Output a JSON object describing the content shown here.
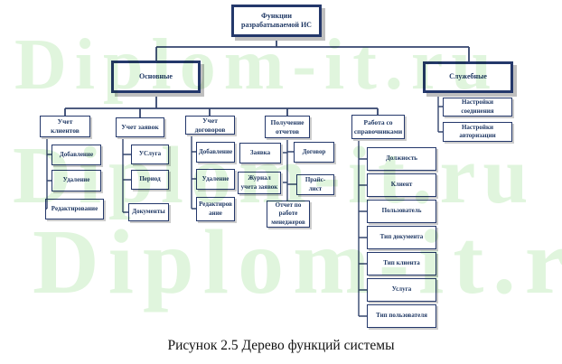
{
  "caption": "Рисунок 2.5 Дерево функций системы",
  "watermark": {
    "text": "Diplom-it.ru",
    "color": "#e0f5dd"
  },
  "colors": {
    "box_border": "#24386b",
    "box_text": "#1f3864",
    "connector_line": "#35466f",
    "shadow": "#c4c4c4",
    "background": "#ffffff"
  },
  "nodes": {
    "root": "Функции разрабатываемой ИС",
    "osnovnye": "Основные",
    "sluzhebnye": "Служебные",
    "uchet_klientov": "Учет клиентов",
    "uk_dobavlenie": "Добавление",
    "uk_udalenie": "Удаление",
    "uk_redaktirovanie": "Редактирование",
    "uchet_zayavok": "Учет заявок",
    "uz_usluga": "УСлуга",
    "uz_period": "Период",
    "uz_dokumenty": "Документы",
    "uchet_dogovorov": "Учет договоров",
    "ud_dobavlenie": "Добавление",
    "ud_udalenie": "Удаление",
    "ud_redaktirovanie": "Редактирование",
    "poluchenie_otchetov": "Получение отчетов",
    "po_zayavka": "Заявка",
    "po_zhurnal": "Журнал учета заявок",
    "po_dogovor": "Договор",
    "po_price": "Прайс-лист",
    "po_otchet": "Отчет по работе менеджеров",
    "spravochniki": "Работа со справочниками",
    "sp_dolzhnost": "Должность",
    "sp_klient": "Клиент",
    "sp_polzovatel": "Пользователь",
    "sp_tip_dokumenta": "Тип документа",
    "sp_tip_klienta": "Тип клиента",
    "sp_usluga": "Услуга",
    "sp_tip_polzovatelya": "Тип пользователя",
    "sl_soedinenie": "Настройки соединения",
    "sl_avtorizatsiya": "Настройки авторизации"
  }
}
